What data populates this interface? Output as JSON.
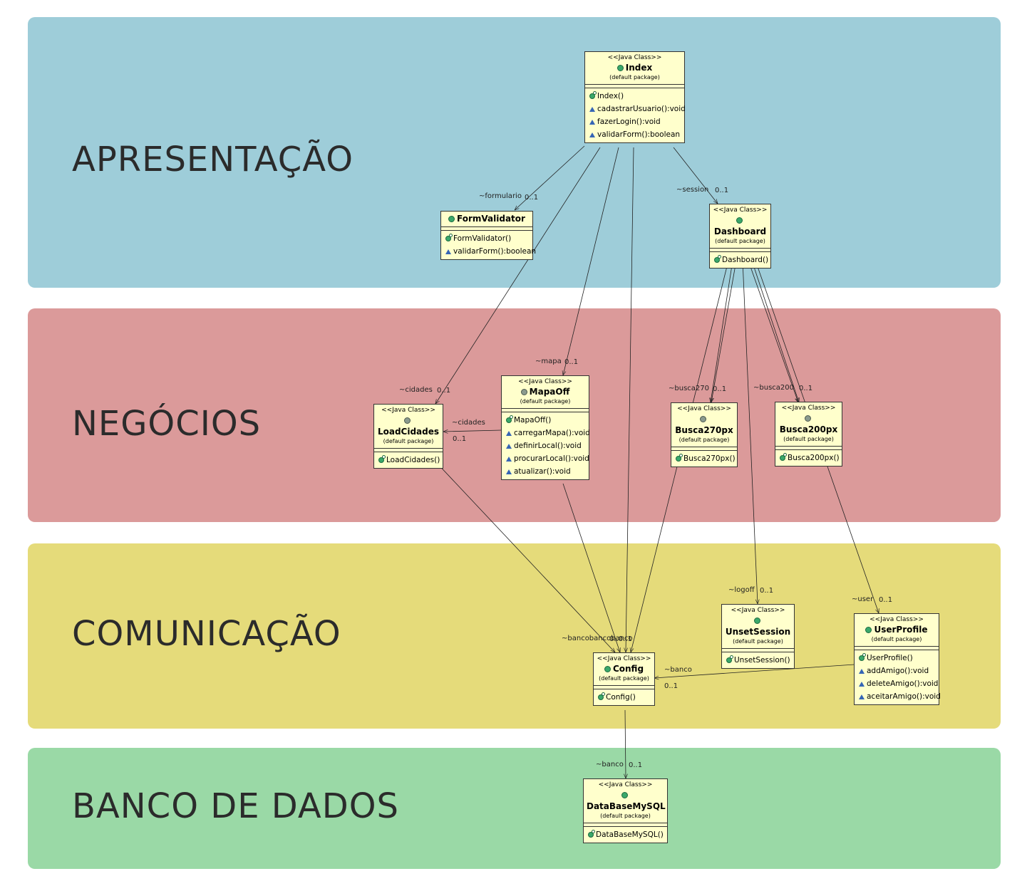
{
  "layers": [
    {
      "title": "APRESENTAÇÃO",
      "color": "#9ecdd9"
    },
    {
      "title": "NEGÓCIOS",
      "color": "#db9a9a"
    },
    {
      "title": "COMUNICAÇÃO",
      "color": "#e5db7a"
    },
    {
      "title": "BANCO DE DADOS",
      "color": "#9ad9a6"
    }
  ],
  "classes": {
    "index": {
      "stereotype": "<<Java Class>>",
      "name": "Index",
      "package": "(default package)",
      "ops": [
        {
          "icon": "ctor",
          "text": "Index()"
        },
        {
          "icon": "tri",
          "text": "cadastrarUsuario():void"
        },
        {
          "icon": "tri",
          "text": "fazerLogin():void"
        },
        {
          "icon": "tri",
          "text": "validarForm():boolean"
        }
      ]
    },
    "formvalidator": {
      "name": "FormValidator",
      "ops": [
        {
          "icon": "ctor",
          "text": "FormValidator()"
        },
        {
          "icon": "tri",
          "text": "validarForm():boolean"
        }
      ]
    },
    "dashboard": {
      "stereotype": "<<Java Class>>",
      "name": "Dashboard",
      "package": "(default package)",
      "ops": [
        {
          "icon": "ctor",
          "text": "Dashboard()"
        }
      ]
    },
    "loadcidades": {
      "stereotype": "<<Java Class>>",
      "name": "LoadCidades",
      "package": "(default package)",
      "ops": [
        {
          "icon": "ctor",
          "text": "LoadCidades()"
        }
      ]
    },
    "mapaoff": {
      "stereotype": "<<Java Class>>",
      "name": "MapaOff",
      "package": "(default package)",
      "ops": [
        {
          "icon": "ctor",
          "text": "MapaOff()"
        },
        {
          "icon": "tri",
          "text": "carregarMapa():void"
        },
        {
          "icon": "tri",
          "text": "definirLocal():void"
        },
        {
          "icon": "tri",
          "text": "procurarLocal():void"
        },
        {
          "icon": "tri",
          "text": "atualizar():void"
        }
      ]
    },
    "busca270px": {
      "stereotype": "<<Java Class>>",
      "name": "Busca270px",
      "package": "(default package)",
      "ops": [
        {
          "icon": "ctor",
          "text": "Busca270px()"
        }
      ]
    },
    "busca200px": {
      "stereotype": "<<Java Class>>",
      "name": "Busca200px",
      "package": "(default package)",
      "ops": [
        {
          "icon": "ctor",
          "text": "Busca200px()"
        }
      ]
    },
    "unsetsession": {
      "stereotype": "<<Java Class>>",
      "name": "UnsetSession",
      "package": "(default package)",
      "ops": [
        {
          "icon": "ctor",
          "text": "UnsetSession()"
        }
      ]
    },
    "userprofile": {
      "stereotype": "<<Java Class>>",
      "name": "UserProfile",
      "package": "(default package)",
      "ops": [
        {
          "icon": "ctor",
          "text": "UserProfile()"
        },
        {
          "icon": "tri",
          "text": "addAmigo():void"
        },
        {
          "icon": "tri",
          "text": "deleteAmigo():void"
        },
        {
          "icon": "tri",
          "text": "aceitarAmigo():void"
        }
      ]
    },
    "config": {
      "stereotype": "<<Java Class>>",
      "name": "Config",
      "package": "(default package)",
      "ops": [
        {
          "icon": "ctor",
          "text": "Config()"
        }
      ]
    },
    "database": {
      "stereotype": "<<Java Class>>",
      "name": "DataBaseMySQL",
      "package": "(default package)",
      "ops": [
        {
          "icon": "ctor",
          "text": "DataBaseMySQL()"
        }
      ]
    }
  },
  "associations": [
    {
      "role": "~formulario",
      "mult": "0..1"
    },
    {
      "role": "~session",
      "mult": "0..1"
    },
    {
      "role": "~mapa",
      "mult": "0..1"
    },
    {
      "role": "~cidades",
      "mult": "0..1"
    },
    {
      "role": "~cidades",
      "mult": "0..1"
    },
    {
      "role": "~busca270",
      "mult": "0..1"
    },
    {
      "role": "~busca200",
      "mult": "0..1"
    },
    {
      "role": "~bancobancobanco",
      "mult": "0..0..1"
    },
    {
      "role": "~logoff",
      "mult": "0..1"
    },
    {
      "role": "~user",
      "mult": "0..1"
    },
    {
      "role": "~banco",
      "mult": "0..1"
    },
    {
      "role": "~banco",
      "mult": "0..1"
    }
  ]
}
